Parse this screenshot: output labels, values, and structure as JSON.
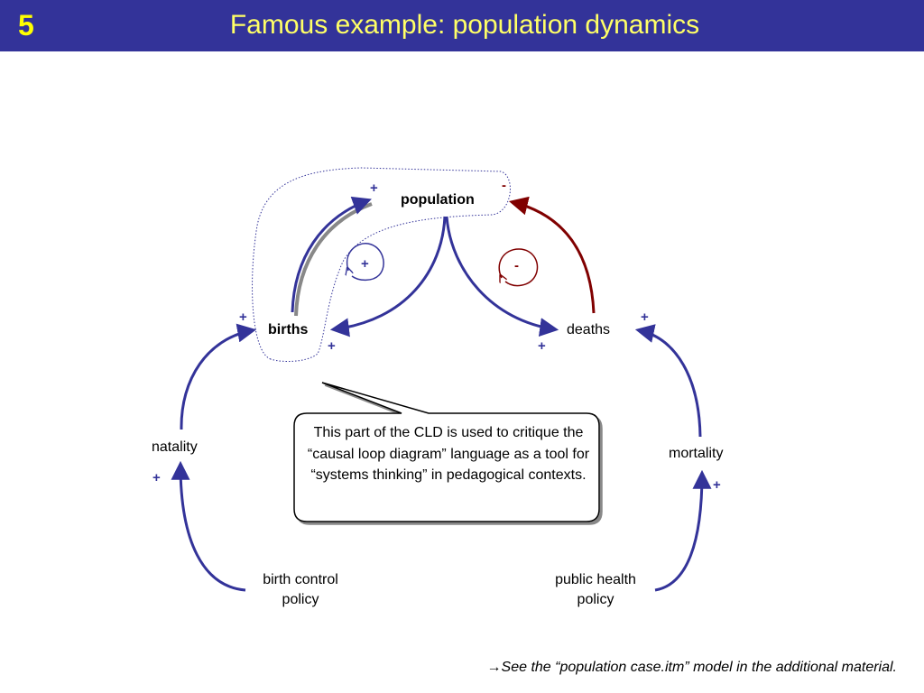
{
  "slide": {
    "number": "5",
    "title": "Famous example: population dynamics"
  },
  "colors": {
    "header_bg": "#333399",
    "title_text": "#ffff66",
    "slide_number": "#ffff00",
    "positive_link": "#333399",
    "negative_link": "#800000"
  },
  "diagram": {
    "nodes": {
      "population": "population",
      "births": "births",
      "deaths": "deaths",
      "natality": "natality",
      "mortality": "mortality",
      "birth_control_policy": "birth control policy",
      "public_health_policy": "public health policy"
    },
    "polarities": {
      "births_to_population": "+",
      "deaths_to_population": "-",
      "population_to_births": "+",
      "population_to_deaths": "+",
      "natality_to_births": "+",
      "mortality_to_deaths": "+",
      "birth_control_to_natality": "+",
      "public_health_to_mortality": "+"
    },
    "loops": {
      "reinforcing": "+",
      "balancing": "-"
    },
    "callout": "This part of the CLD is used to critique the “causal loop diagram” language as a tool for “systems thinking” in pedagogical contexts."
  },
  "footnote": {
    "arrow": "→",
    "text": "See the “population case.itm” model in the additional material."
  }
}
